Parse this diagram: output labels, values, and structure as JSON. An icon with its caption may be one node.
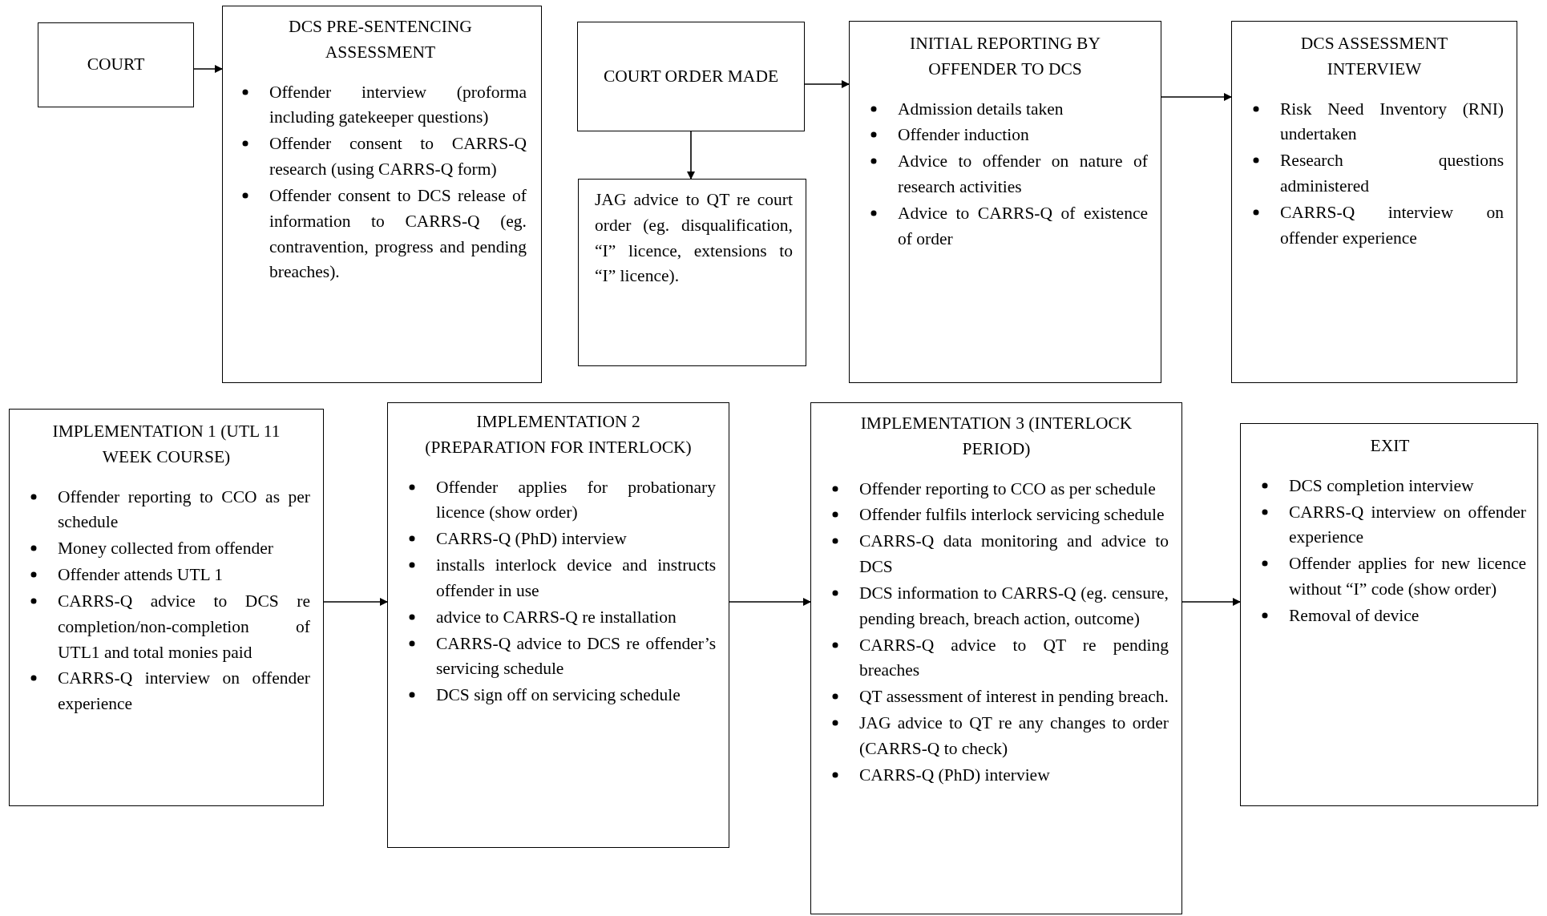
{
  "diagram": {
    "nodes": [
      {
        "text": [
          "COURT"
        ]
      },
      {
        "text": [
          "DCS PRE-SENTENCING ASSESSMENT",
          "Offender interview (proforma including gatekeeper questions)",
          "Offender consent to CARRS-Q research (using CARRS-Q form)",
          "Offender consent to DCS release of information to CARRS-Q (eg. contravention, progress and pending breaches)."
        ]
      },
      {
        "text": [
          "COURT ORDER MADE"
        ]
      },
      {
        "text": [
          "JAG advice to QT re court order (eg. disqualification, “I” licence, extensions to “I” licence)."
        ]
      },
      {
        "text": [
          "INITIAL REPORTING BY OFFENDER TO DCS",
          "Admission details taken",
          "Offender induction",
          "Advice to offender on nature of research activities",
          "Advice to CARRS-Q of existence of order"
        ]
      },
      {
        "text": [
          "DCS ASSESSMENT INTERVIEW",
          "Risk Need Inventory (RNI) undertaken",
          "Research questions administered",
          "CARRS-Q interview on offender experience"
        ]
      },
      {
        "text": [
          "IMPLEMENTATION 1 (UTL 11 WEEK COURSE)",
          "Offender reporting to CCO as per schedule",
          "Money collected from offender",
          "Offender attends UTL 1",
          "CARRS-Q advice to DCS re completion/non-completion of UTL1 and total monies paid",
          "CARRS-Q interview on offender experience"
        ]
      },
      {
        "text": [
          "IMPLEMENTATION 2 (PREPARATION FOR INTERLOCK)",
          "Offender applies for probationary licence (show order)",
          "CARRS-Q (PhD) interview",
          "installs interlock device and instructs offender in use",
          "advice to CARRS-Q re installation",
          "CARRS-Q advice to DCS re offender’s servicing schedule",
          "DCS sign off on servicing schedule"
        ]
      },
      {
        "text": [
          "IMPLEMENTATION 3 (INTERLOCK PERIOD)",
          "Offender reporting to CCO as per schedule",
          "Offender fulfils interlock servicing schedule",
          "CARRS-Q data monitoring and advice to DCS",
          "DCS information to CARRS-Q (eg. censure, pending breach, breach action, outcome)",
          "CARRS-Q advice to QT re pending breaches",
          "QT assessment of interest in pending breach.",
          "JAG advice to QT re any changes to order (CARRS-Q to check)",
          "CARRS-Q (PhD) interview"
        ]
      },
      {
        "text": [
          "EXIT",
          "DCS completion interview",
          "CARRS-Q interview on offender experience",
          "Offender applies for new licence without “I” code (show order)",
          "Removal of device"
        ]
      }
    ],
    "edges": [
      {
        "from": 0,
        "to": 1,
        "arrow": "to"
      },
      {
        "from": 2,
        "to": 4,
        "arrow": "to"
      },
      {
        "from": 2,
        "to": 3,
        "arrow": "to"
      },
      {
        "from": 4,
        "to": 5,
        "arrow": "to"
      },
      {
        "from": 6,
        "to": 7,
        "arrow": "to"
      },
      {
        "from": 7,
        "to": 8,
        "arrow": "to"
      },
      {
        "from": 8,
        "to": 9,
        "arrow": "to"
      }
    ]
  }
}
